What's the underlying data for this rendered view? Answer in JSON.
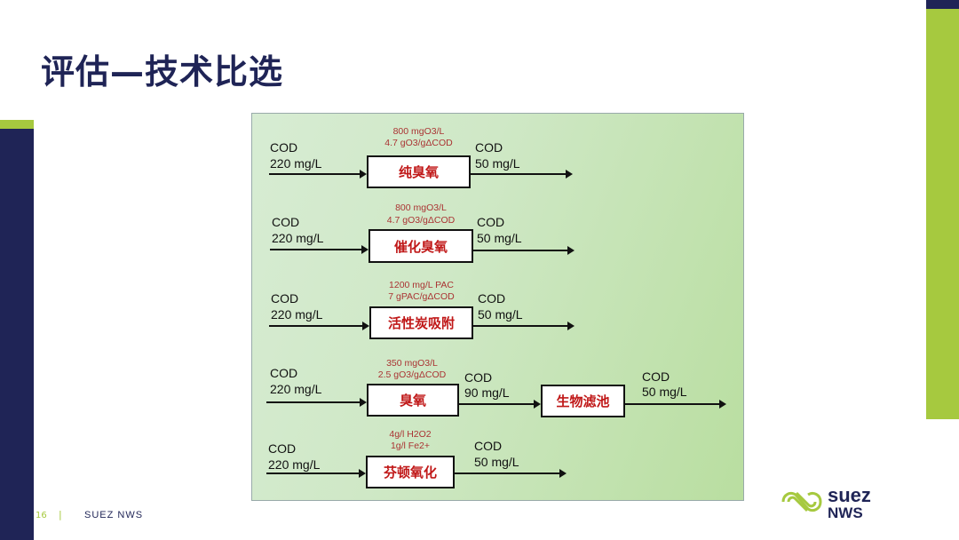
{
  "title": "评估—技术比选",
  "footer": {
    "page": "16",
    "separator": "|",
    "brand": "SUEZ NWS"
  },
  "logo": {
    "line1": "suez",
    "line2": "NWS"
  },
  "rows": [
    {
      "in_label": "COD",
      "in_value": "220 mg/L",
      "note1": "800 mgO3/L",
      "note2": "4.7 gO3/gΔCOD",
      "process": "纯臭氧",
      "out_label": "COD",
      "out_value": "50 mg/L"
    },
    {
      "in_label": "COD",
      "in_value": "220 mg/L",
      "note1": "800 mgO3/L",
      "note2": "4.7 gO3/gΔCOD",
      "process": "催化臭氧",
      "out_label": "COD",
      "out_value": "50 mg/L"
    },
    {
      "in_label": "COD",
      "in_value": "220 mg/L",
      "note1": "1200 mg/L PAC",
      "note2": "7 gPAC/gΔCOD",
      "process": "活性炭吸附",
      "out_label": "COD",
      "out_value": "50 mg/L"
    },
    {
      "in_label": "COD",
      "in_value": "220 mg/L",
      "note1": "350 mgO3/L",
      "note2": "2.5 gO3/gΔCOD",
      "process": "臭氧",
      "mid_label": "COD",
      "mid_value": "90 mg/L",
      "process2": "生物滤池",
      "out_label": "COD",
      "out_value": "50 mg/L"
    },
    {
      "in_label": "COD",
      "in_value": "220 mg/L",
      "note1": "4g/l H2O2",
      "note2": "1g/l Fe2+",
      "process": "芬顿氧化",
      "out_label": "COD",
      "out_value": "50 mg/L"
    }
  ]
}
